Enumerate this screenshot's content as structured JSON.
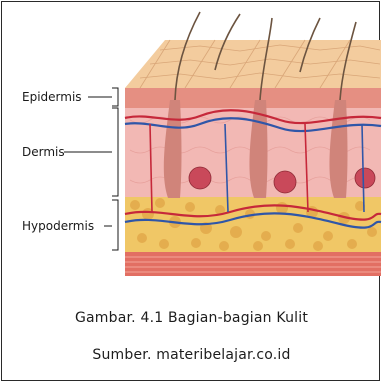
{
  "labels": {
    "epidermis": "Epidermis",
    "dermis": "Dermis",
    "hypodermis": "Hypodermis"
  },
  "caption": {
    "figure": "Gambar. 4.1 Bagian-bagian Kulit",
    "source": "Sumber. materibelajar.co.id"
  },
  "colors": {
    "epidermis_top": "#f3cc9e",
    "epidermis_band": "#e58f82",
    "dermis": "#f2b8b4",
    "hypodermis": "#f0c766",
    "muscle": "#e26f63",
    "artery": "#c6283a",
    "vein": "#2f56a8",
    "hair": "#6c5440"
  },
  "icons": [
    "skin-cross-section-illustration"
  ]
}
